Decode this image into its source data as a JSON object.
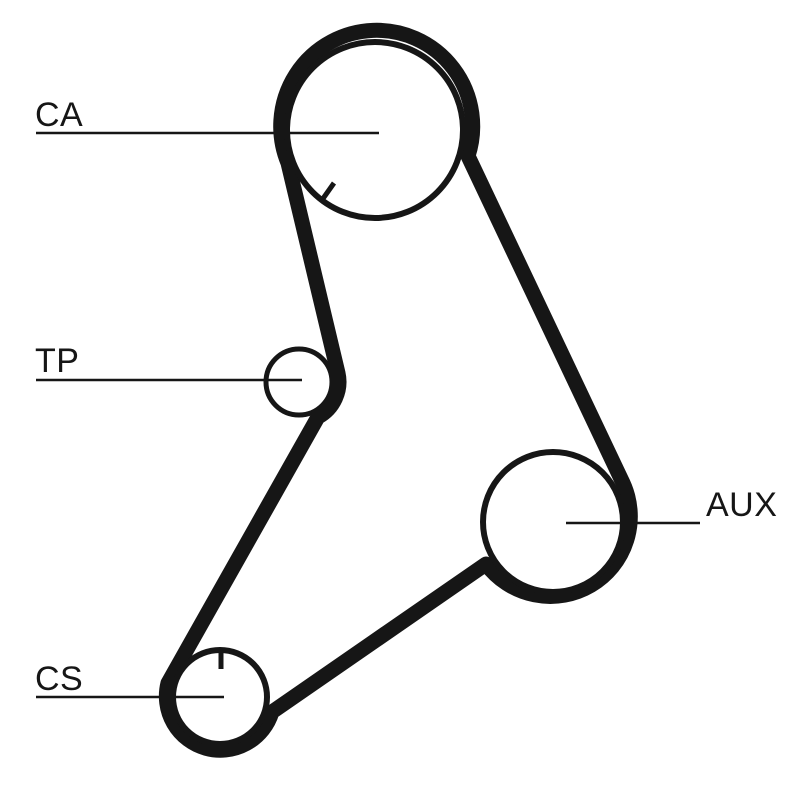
{
  "diagram": {
    "pulleys": [
      {
        "label": "CA"
      },
      {
        "label": "TP"
      },
      {
        "label": "AUX"
      },
      {
        "label": "CS"
      }
    ],
    "colors": {
      "ink": "#161616",
      "background": "#ffffff"
    }
  }
}
